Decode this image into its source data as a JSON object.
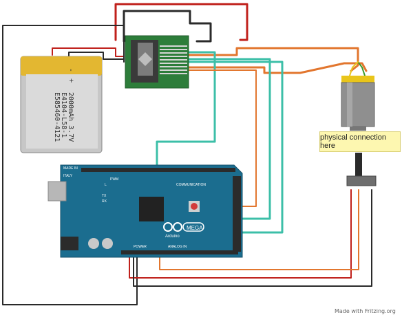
{
  "battery": {
    "plus_sign": "+",
    "minus_sign": "-",
    "line1": "E585460-4121",
    "line2": "E4104-L58-1",
    "line3": "2000mAh 3.7V"
  },
  "arduino": {
    "made_in": "MADE IN",
    "country": "ITALY",
    "brand": "Arduino",
    "model": "MEGA",
    "label_communication": "COMMUNICATION",
    "label_power": "POWER",
    "label_analog_in": "ANALOG IN",
    "label_pwm": "PWM",
    "label_tx": "TX",
    "label_rx": "RX",
    "label_l": "L"
  },
  "annotation": {
    "note_text": "physical connection here"
  },
  "footer": {
    "credit_text": "Made with Fritzing.org"
  },
  "colors": {
    "red_wire": "#c0201b",
    "black_wire": "#2a2a2a",
    "orange_wire": "#e2762e",
    "teal_wire": "#3cbfa8",
    "green_wire": "#3b9b2e",
    "yellow_wire": "#e9c51a",
    "board_blue": "#1b6d8f",
    "driver_green": "#2d7d3a",
    "battery_gold": "#e3b731"
  }
}
